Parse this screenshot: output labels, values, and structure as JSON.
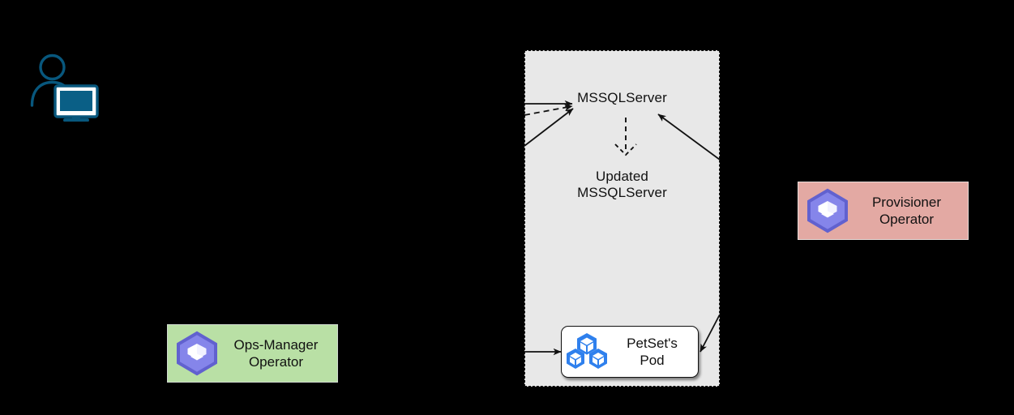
{
  "diagram": {
    "background_color": "#000000",
    "namespace_container": {
      "name": "kubernetes-namespace-container",
      "fill": "#e8e8e8",
      "border_style": "dashed",
      "labels": [
        {
          "id": "mssqlserver",
          "text": "MSSQLServer"
        },
        {
          "id": "updated-mssqlserver",
          "text": "Updated\nMSSQLServer"
        }
      ]
    },
    "nodes": [
      {
        "id": "user",
        "icon": "user-at-computer-icon",
        "color": "#08577d"
      },
      {
        "id": "ops-manager-operator",
        "label": "Ops-Manager\nOperator",
        "icon": "operator-hexagon-icon",
        "fill": "#b9e0a5",
        "icon_fill": "#8585ea",
        "icon_stroke": "#6161cf"
      },
      {
        "id": "provisioner-operator",
        "label": "Provisioner\nOperator",
        "icon": "operator-hexagon-icon",
        "fill": "#e3a9a3",
        "icon_fill": "#8585ea",
        "icon_stroke": "#6161cf"
      },
      {
        "id": "petsets-pod",
        "label": "PetSet's\nPod",
        "icon": "kubernetes-pods-icon",
        "fill": "#ffffff",
        "icon_fill": "#2f80ed"
      }
    ],
    "edges": [
      {
        "id": "edge-top-solid-to-mssqlserver",
        "style": "solid",
        "arrow": "to-mssqlserver"
      },
      {
        "id": "edge-dashed-to-mssqlserver",
        "style": "dashed",
        "arrow": "to-mssqlserver"
      },
      {
        "id": "edge-diagonal-to-mssqlserver",
        "style": "solid",
        "arrow": "to-mssqlserver"
      },
      {
        "id": "edge-mssqlserver-to-updated",
        "style": "dashed",
        "arrow": "down"
      },
      {
        "id": "edge-provisioner-to-mssqlserver",
        "style": "solid",
        "arrow": "to-mssqlserver"
      },
      {
        "id": "edge-left-to-pod",
        "style": "solid",
        "arrow": "to-pod"
      },
      {
        "id": "edge-right-to-pod",
        "style": "solid",
        "arrow": "to-pod"
      }
    ]
  }
}
